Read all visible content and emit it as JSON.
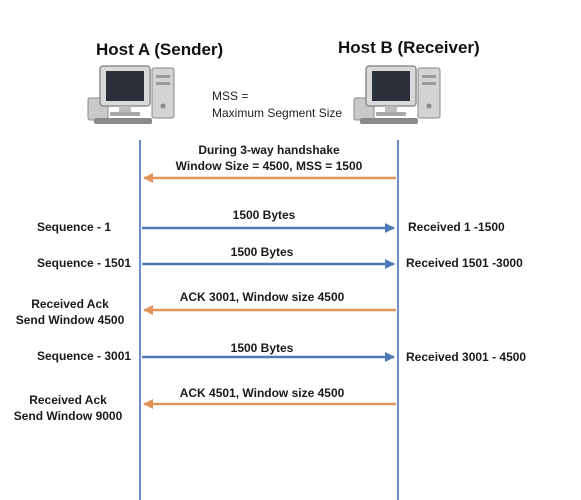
{
  "hosts": {
    "a_title": "Host A (Sender)",
    "b_title": "Host B (Receiver)"
  },
  "mss_note": {
    "line1": "MSS =",
    "line2": "Maximum Segment Size"
  },
  "handshake": {
    "line1": "During  3-way handshake",
    "line2": "Window Size = 4500, MSS = 1500"
  },
  "messages": [
    {
      "label": "1500 Bytes",
      "direction": "right"
    },
    {
      "label": "1500 Bytes",
      "direction": "right"
    },
    {
      "label": "ACK 3001, Window size 4500",
      "direction": "left"
    },
    {
      "label": "1500 Bytes",
      "direction": "right"
    },
    {
      "label": "ACK 4501, Window size 4500",
      "direction": "left"
    }
  ],
  "sender_labels": [
    "Sequence - 1",
    "Sequence - 1501",
    "Received Ack",
    "Send Window 4500",
    "Sequence - 3001",
    "Received Ack",
    "Send Window 9000"
  ],
  "receiver_labels": [
    "Received  1 -1500",
    "Received  1501 -3000",
    "Received  3001 - 4500"
  ],
  "colors": {
    "lifeline": "#6b8cc4",
    "data_arrow": "#4f7ab8",
    "ack_arrow": "#e0945a",
    "text": "#1a1a1a"
  }
}
